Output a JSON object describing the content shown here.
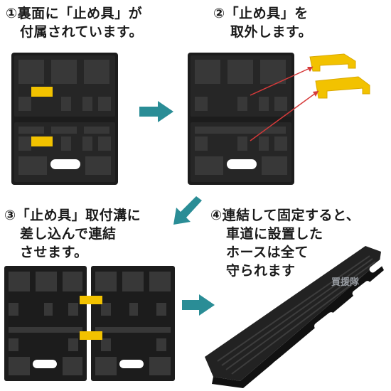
{
  "steps": [
    {
      "id": "step1",
      "lines": [
        "①裏面に「止め具」が",
        "付属されています。"
      ]
    },
    {
      "id": "step2",
      "lines": [
        "②「止め具」を",
        "取外します。"
      ]
    },
    {
      "id": "step3",
      "lines": [
        "③「止め具」取付溝に",
        "差し込んで連結",
        "させます。"
      ]
    },
    {
      "id": "step4",
      "lines": [
        "④連結して固定すると、",
        "車道に設置した",
        "ホースは全て",
        "守られます"
      ]
    }
  ],
  "watermark": "買援隊",
  "colors": {
    "rubber": "#1c1c1c",
    "rubber_light": "#3a3a3a",
    "stopper": "#f2c200",
    "arrow": "#2a8d96",
    "pointer": "#d63a3a"
  }
}
